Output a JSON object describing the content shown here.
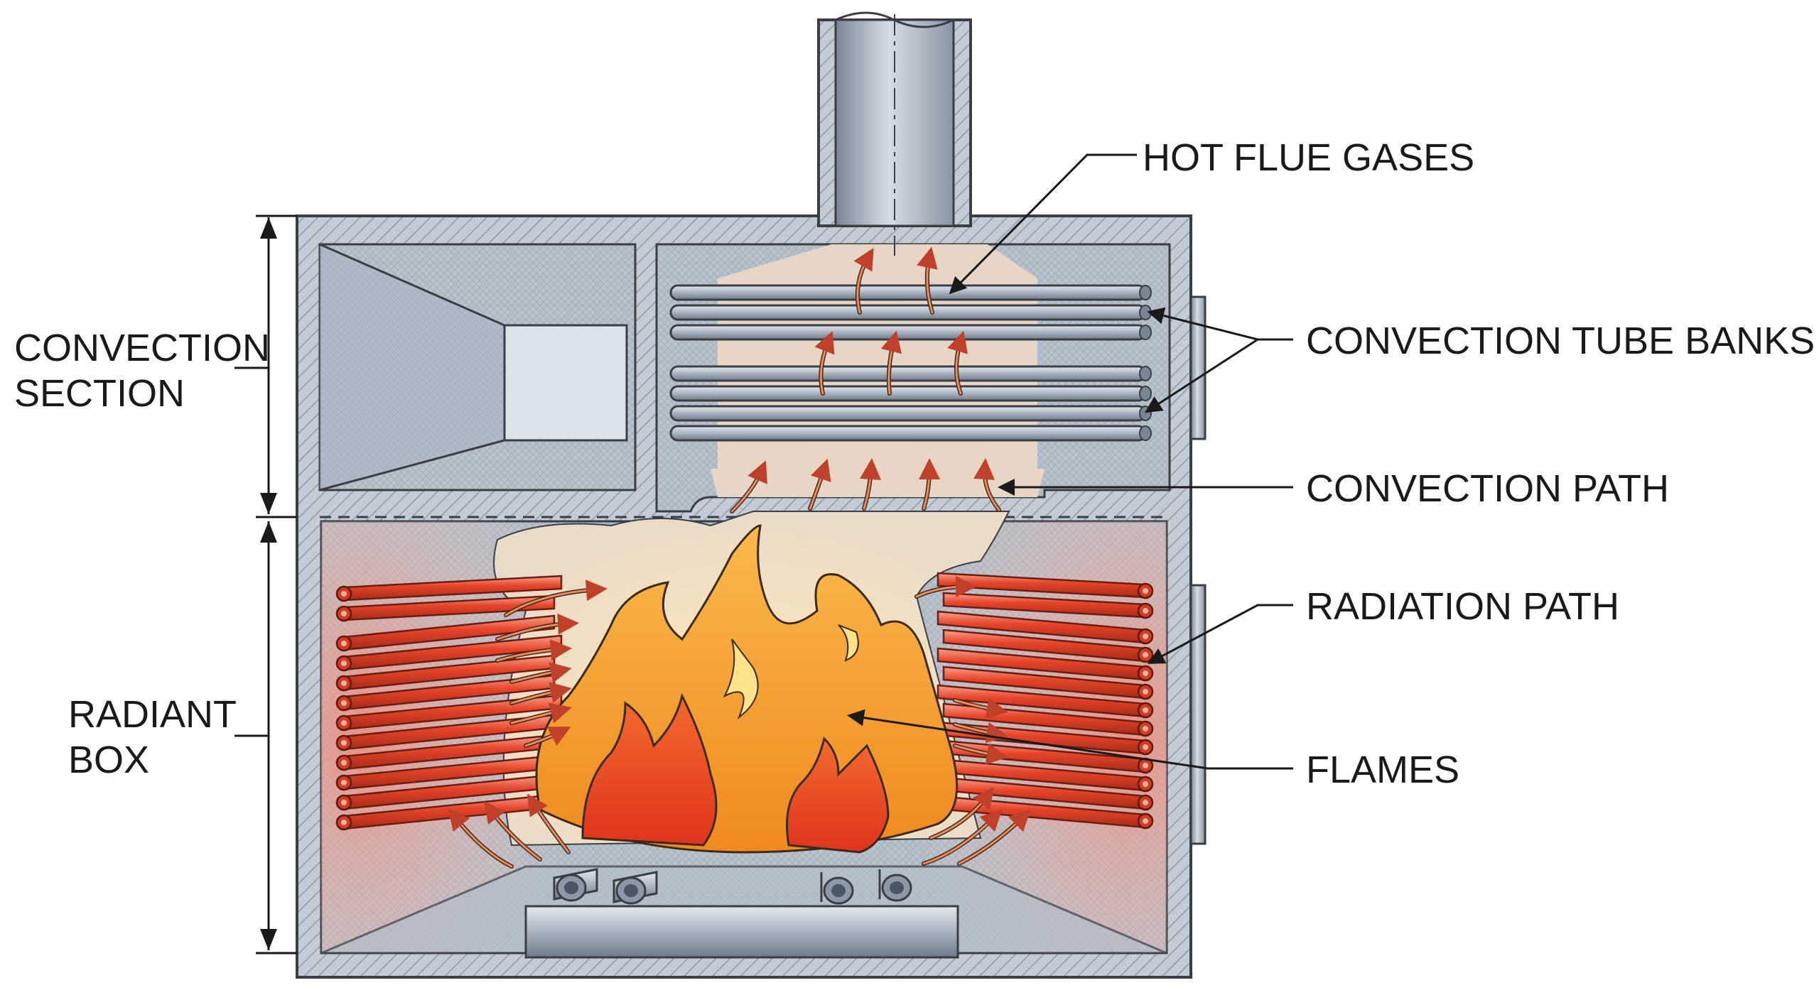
{
  "labels": {
    "hot_flue_gases": "HOT FLUE GASES",
    "convection_tube_banks": "CONVECTION TUBE BANKS",
    "convection_path": "CONVECTION PATH",
    "radiation_path": "RADIATION PATH",
    "flames": "FLAMES",
    "convection_section_line1": "CONVECTION",
    "convection_section_line2": "SECTION",
    "radiant_box_line1": "RADIANT",
    "radiant_box_line2": "BOX"
  },
  "colors": {
    "steel": "#9aa5b1",
    "steel_dark": "#4b5563",
    "wall_fill": "#c3ccd6",
    "cavity": "#bcc6d0",
    "gas": "#e9d7c6",
    "radiant_tube": "#e2452a",
    "radiant_tube_light": "#f2826a",
    "flame_outer": "#f5a623",
    "flame_inner": "#e8452a",
    "arrow": "#c0402a"
  }
}
